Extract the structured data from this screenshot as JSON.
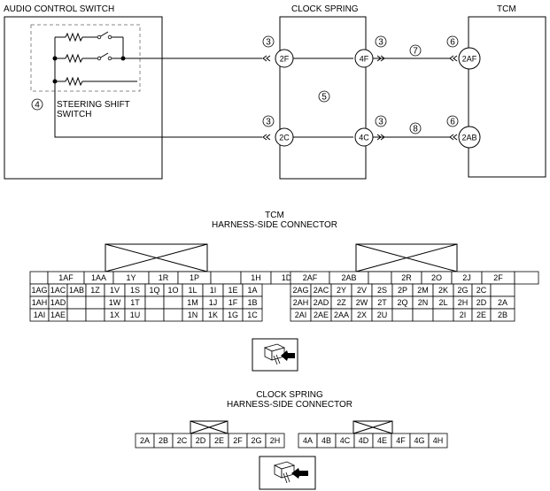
{
  "wiring": {
    "audio_title": "AUDIO CONTROL SWITCH",
    "clock_title": "CLOCK SPRING",
    "tcm_title": "TCM",
    "steering_label_1": "STEERING SHIFT",
    "steering_label_2": "SWITCH",
    "nums": {
      "n3": "3",
      "n4": "4",
      "n5": "5",
      "n6": "6",
      "n7": "7",
      "n8": "8"
    },
    "pins": {
      "p2F": "2F",
      "p2C": "2C",
      "p4F": "4F",
      "p4C": "4C",
      "p2AF": "2AF",
      "p2AB": "2AB"
    }
  },
  "tcm_connector": {
    "title_1": "TCM",
    "title_2": "HARNESS-SIDE CONNECTOR",
    "left_rows": [
      [
        "",
        "1AF",
        "1AA",
        "1Y",
        "1R",
        "1P",
        "",
        "1H",
        "1D"
      ],
      [
        "1AG",
        "1AC",
        "1AB",
        "1Z",
        "1V",
        "1S",
        "1Q",
        "1O",
        "1L",
        "1I",
        "1E",
        "1A"
      ],
      [
        "1AH",
        "1AD",
        "",
        "",
        "1W",
        "1T",
        "",
        "",
        "1M",
        "1J",
        "1F",
        "1B"
      ],
      [
        "1AI",
        "1AE",
        "",
        "",
        "1X",
        "1U",
        "",
        "",
        "1N",
        "1K",
        "1G",
        "1C"
      ]
    ],
    "right_rows": [
      [
        "2AF",
        "2AB",
        "",
        "2R",
        "2O",
        "2J",
        "2F",
        ""
      ],
      [
        "2AG",
        "2AC",
        "2Y",
        "2V",
        "2S",
        "2P",
        "2M",
        "2K",
        "2G",
        "2C",
        ""
      ],
      [
        "2AH",
        "2AD",
        "2Z",
        "2W",
        "2T",
        "2Q",
        "2N",
        "2L",
        "2H",
        "2D",
        "2A"
      ],
      [
        "2AI",
        "2AE",
        "2AA",
        "2X",
        "2U",
        "",
        "",
        "",
        "2I",
        "2E",
        "2B"
      ]
    ]
  },
  "clock_connector": {
    "title_1": "CLOCK SPRING",
    "title_2": "HARNESS-SIDE CONNECTOR",
    "left_pins": [
      "2A",
      "2B",
      "2C",
      "2D",
      "2E",
      "2F",
      "2G",
      "2H"
    ],
    "right_pins": [
      "4A",
      "4B",
      "4C",
      "4D",
      "4E",
      "4F",
      "4G",
      "4H"
    ]
  },
  "colors": {
    "line": "#000000",
    "dashed": "#888888",
    "background": "#ffffff"
  }
}
